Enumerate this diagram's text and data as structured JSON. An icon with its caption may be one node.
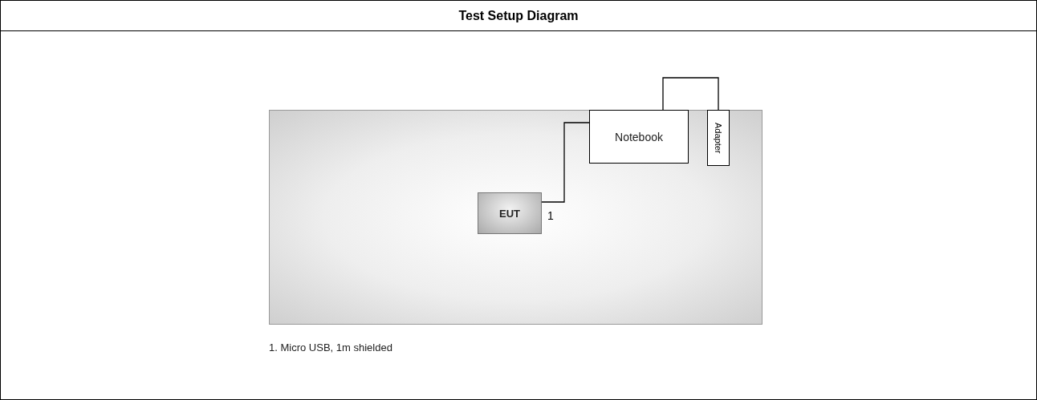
{
  "diagram": {
    "title": "Test Setup Diagram",
    "nodes": [
      {
        "text": [],
        "shape": "box"
      },
      {
        "text": [
          "Notebook"
        ],
        "in": 0
      },
      {
        "text": [
          "EUT"
        ],
        "in": 0
      },
      {
        "text": [
          "Adapter"
        ],
        "in": 0
      }
    ],
    "edges": [
      {
        "from": 2,
        "to": 1,
        "arrow": "none",
        "label": "1"
      },
      {
        "from": 1,
        "to": 3,
        "arrow": "none"
      }
    ],
    "labels": [
      "1. Micro USB, 1m shielded"
    ]
  }
}
